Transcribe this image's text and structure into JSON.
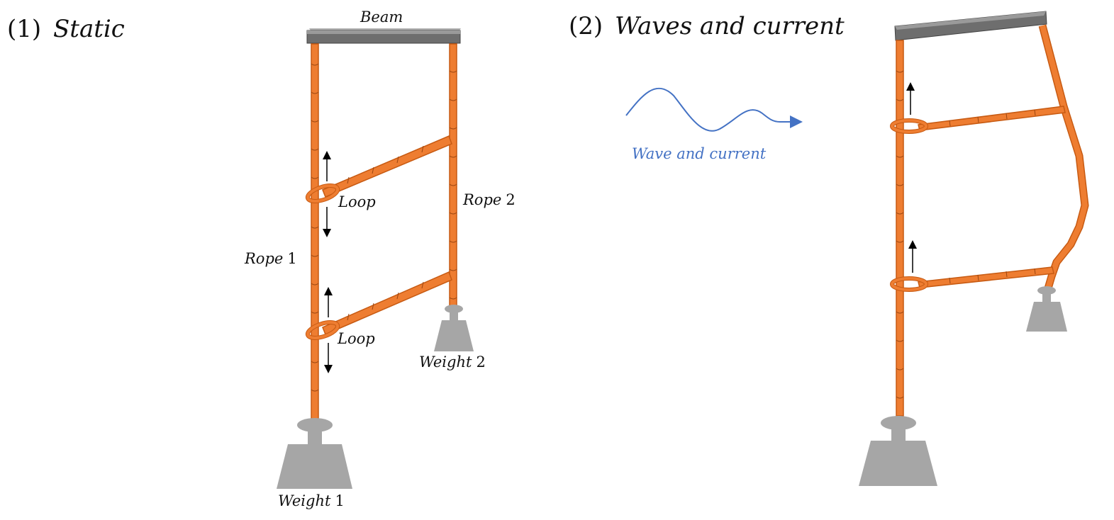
{
  "panel1": {
    "number": "(1)",
    "title": "Static",
    "beam_label": "Beam",
    "rope1_label_word": "Rope",
    "rope1_label_num": "1",
    "rope2_label_word": "Rope",
    "rope2_label_num": "2",
    "loop_upper_label": "Loop",
    "loop_lower_label": "Loop",
    "weight1_label_word": "Weight",
    "weight1_label_num": "1",
    "weight2_label_word": "Weight",
    "weight2_label_num": "2"
  },
  "panel2": {
    "number": "(2)",
    "title": "Waves and current",
    "wave_label": "Wave and current"
  },
  "colors": {
    "rope": "#ee7d31",
    "rope_dark": "#c75a12",
    "beam_top": "#9a9a9a",
    "beam_front": "#6b6b6b",
    "weight": "#a6a6a6",
    "wave": "#4472c4",
    "arrow": "#000000"
  },
  "icons": {
    "wave": "wave-arrow-icon",
    "weight": "weight-icon",
    "beam": "beam-icon",
    "arrow": "arrow-icon"
  }
}
